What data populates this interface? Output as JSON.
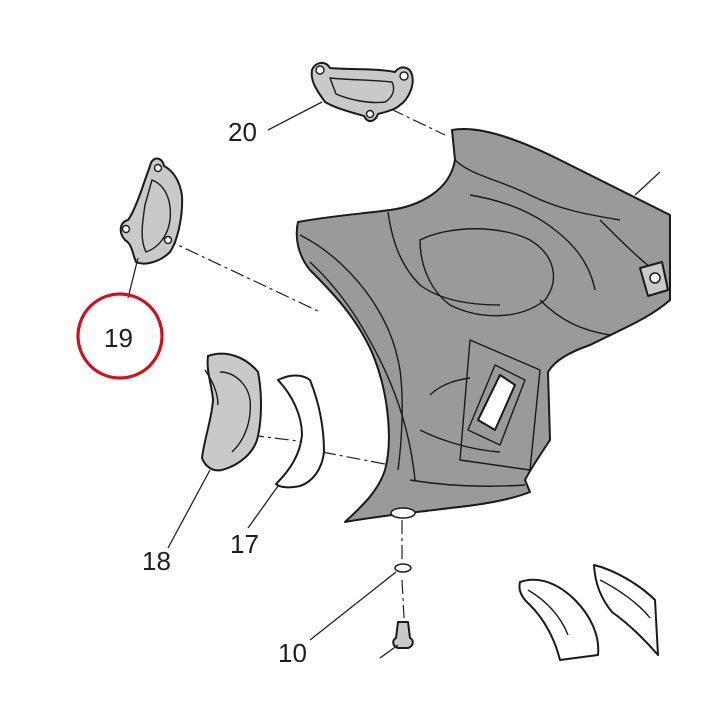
{
  "diagram": {
    "callouts": [
      "20",
      "19",
      "18",
      "17",
      "10"
    ],
    "highlighted_callout": "19",
    "highlight_color": "#d0101c",
    "main_part_color": "#9a9a9a"
  }
}
